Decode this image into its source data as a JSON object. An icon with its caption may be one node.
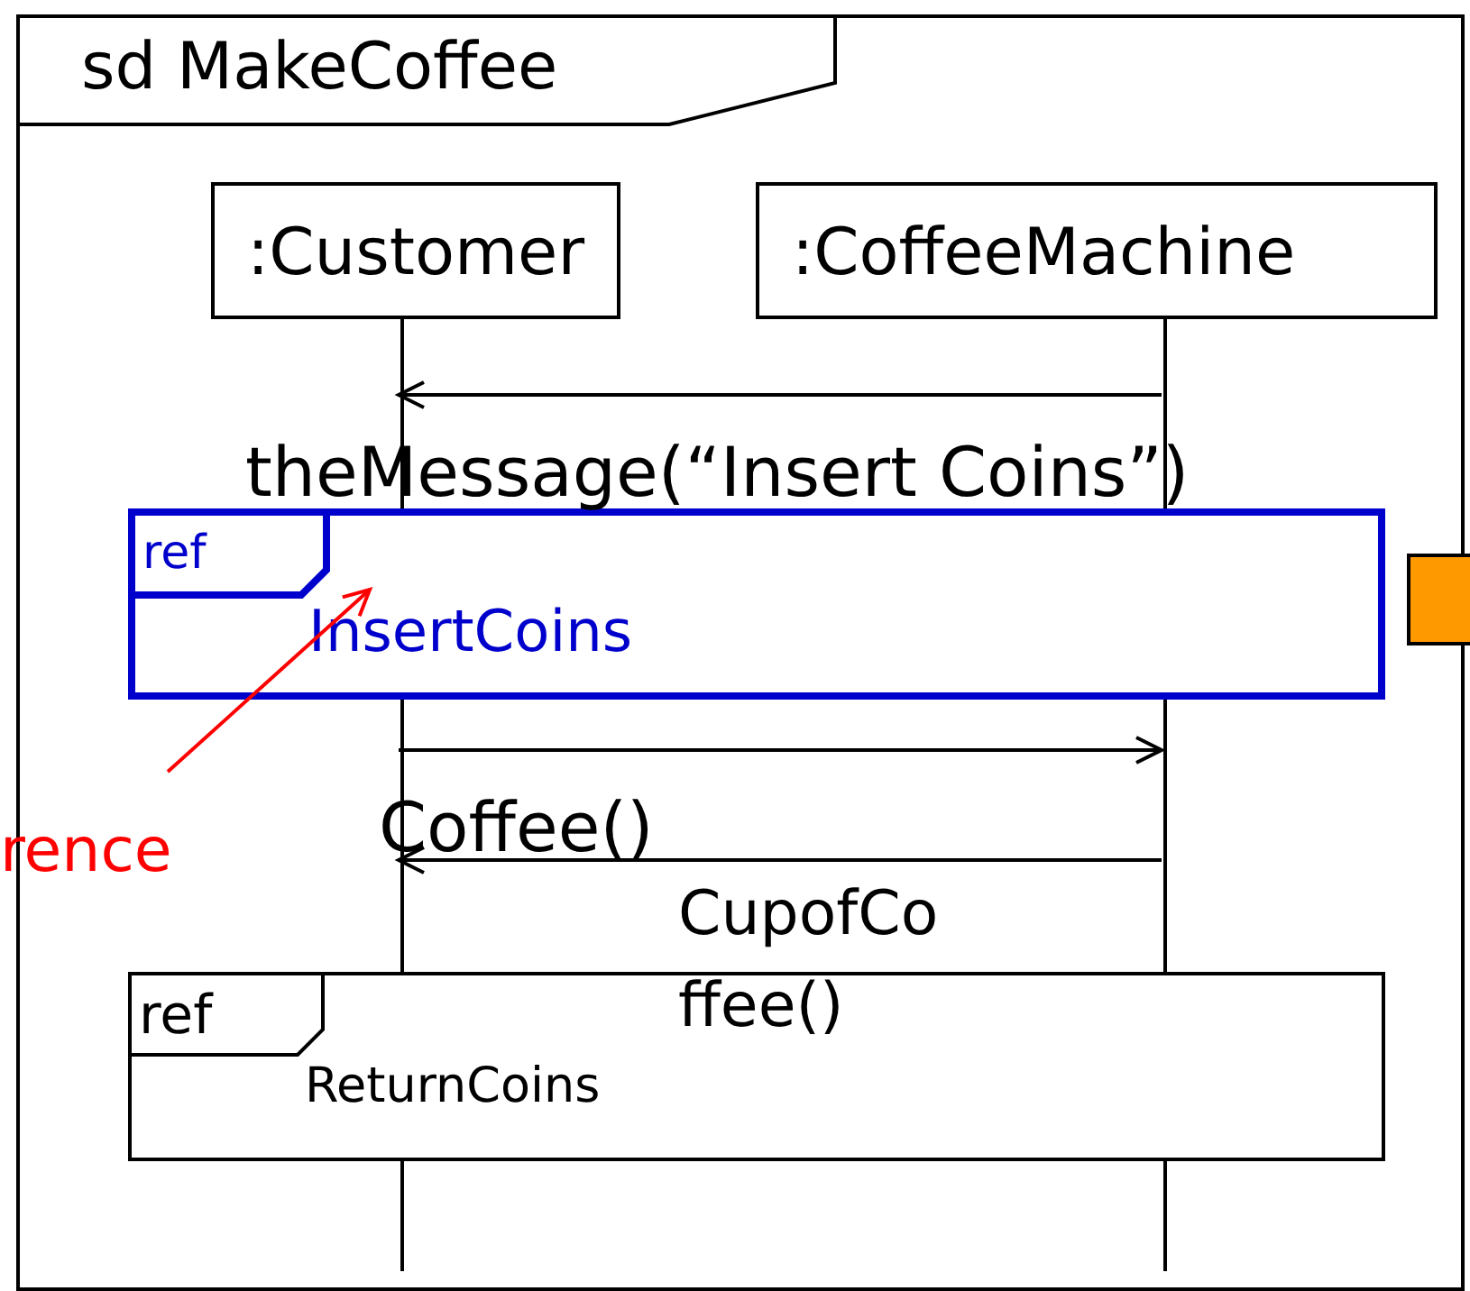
{
  "diagram": {
    "nodes": [
      {
        "text": [
          "sd MakeCoffee"
        ]
      },
      {
        "text": [
          ":Customer"
        ],
        "in": 0
      },
      {
        "text": [
          ":CoffeeMachine"
        ],
        "in": 0
      },
      {
        "text": [
          "ref",
          "InsertCoins"
        ],
        "in": 0
      },
      {
        "text": [
          "ref",
          "ReturnCoins"
        ],
        "in": 0
      },
      {
        "text": [
          "rence"
        ]
      },
      {
        "text": [],
        "shape": "box"
      }
    ],
    "edges": [
      {
        "from": 2,
        "to": 1,
        "arrow": "to",
        "label": "theMessage(“Insert Coins”)"
      },
      {
        "from": 1,
        "to": 2,
        "arrow": "to",
        "label": "Coffee()"
      },
      {
        "from": 2,
        "to": 1,
        "arrow": "to",
        "label": "CupofCo ffee()"
      },
      {
        "from": 5,
        "to": 3,
        "arrow": "to",
        "color": "#ff0000"
      }
    ]
  }
}
